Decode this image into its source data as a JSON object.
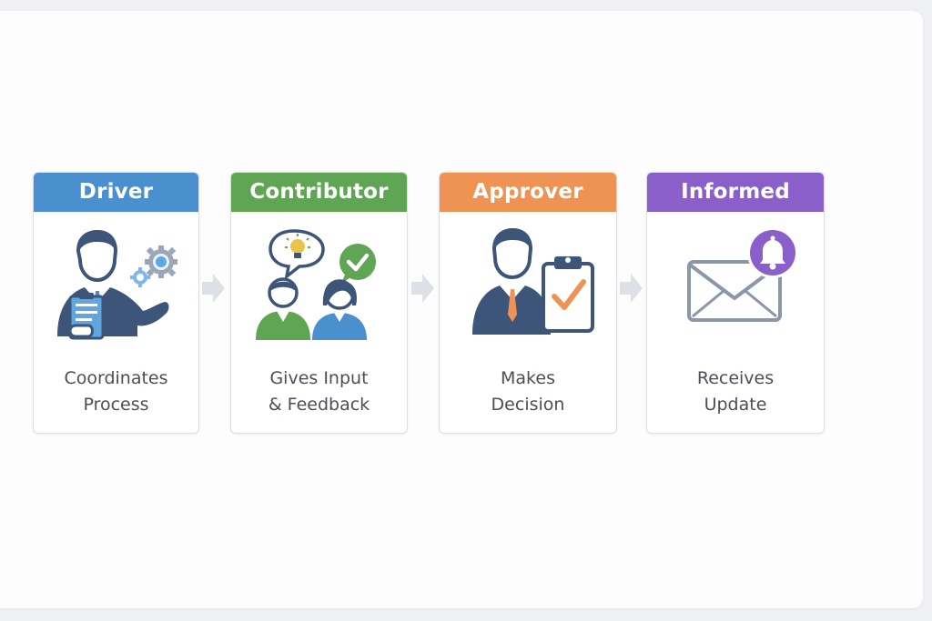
{
  "roles": [
    {
      "title": "Driver",
      "color": "#4a90cf",
      "icon": "person-with-clipboard-and-gears-icon",
      "desc_line1": "Coordinates",
      "desc_line2": "Process"
    },
    {
      "title": "Contributor",
      "color": "#5fa553",
      "icon": "two-people-with-idea-and-check-icon",
      "desc_line1": "Gives Input",
      "desc_line2": "& Feedback"
    },
    {
      "title": "Approver",
      "color": "#ef9354",
      "icon": "person-with-checked-clipboard-icon",
      "desc_line1": "Makes",
      "desc_line2": "Decision"
    },
    {
      "title": "Informed",
      "color": "#8a5fc9",
      "icon": "envelope-with-bell-icon",
      "desc_line1": "Receives",
      "desc_line2": "Update"
    }
  ],
  "colors": {
    "icon_navy": "#3d5578",
    "arrow_gray": "#dde1e6"
  }
}
